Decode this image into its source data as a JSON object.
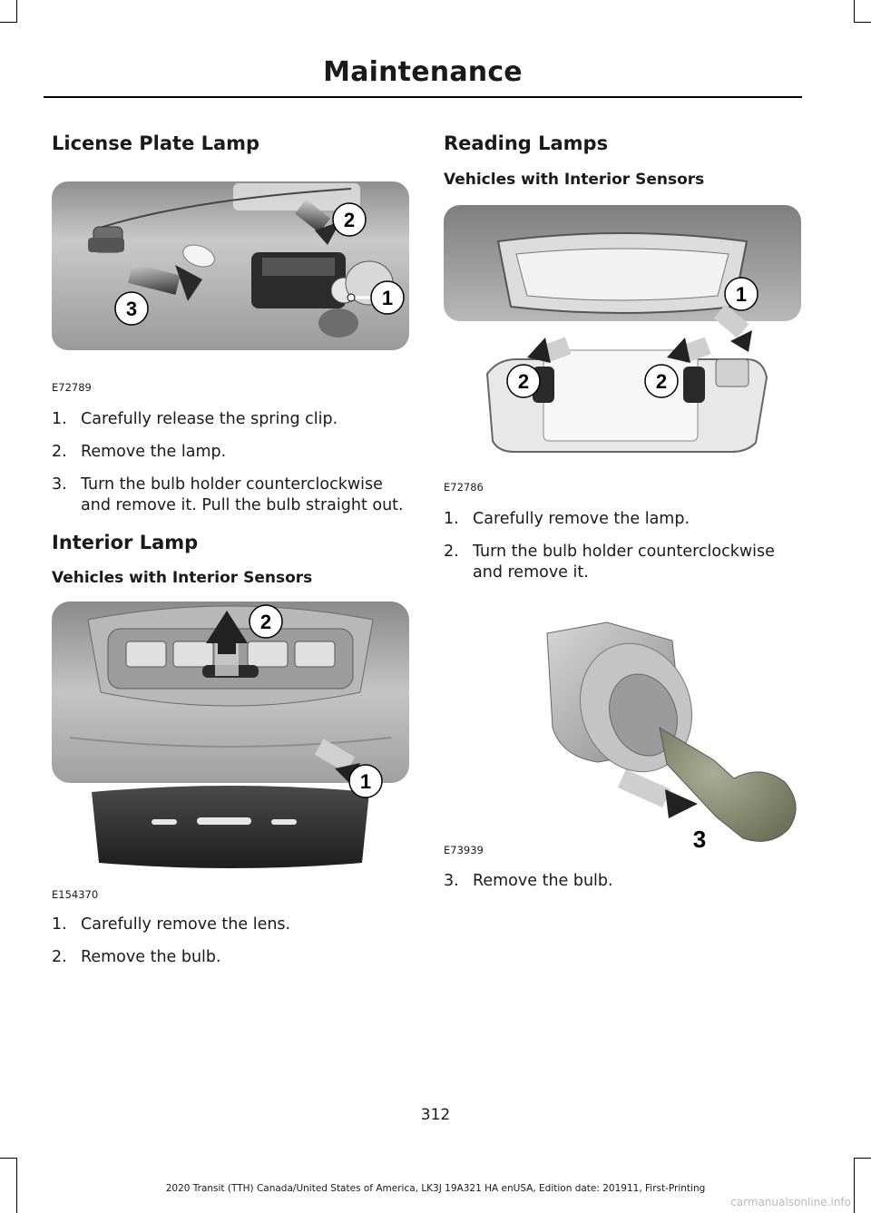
{
  "header": {
    "title": "Maintenance"
  },
  "left": {
    "license": {
      "heading": "License Plate Lamp",
      "figure_code": "E72789",
      "steps": [
        {
          "num": "1.",
          "text": "Carefully release the spring clip."
        },
        {
          "num": "2.",
          "text": "Remove the lamp."
        },
        {
          "num": "3.",
          "text": "Turn the bulb holder counterclockwise and remove it. Pull the bulb straight out."
        }
      ],
      "callouts": [
        "1",
        "2",
        "3"
      ]
    },
    "interior": {
      "heading": "Interior Lamp",
      "subheading": "Vehicles with Interior Sensors",
      "figure_code": "E154370",
      "steps": [
        {
          "num": "1.",
          "text": "Carefully remove the lens."
        },
        {
          "num": "2.",
          "text": "Remove the bulb."
        }
      ],
      "callouts": [
        "1",
        "2"
      ]
    }
  },
  "right": {
    "reading": {
      "heading": "Reading Lamps",
      "subheading": "Vehicles with Interior Sensors",
      "figure_code": "E72786",
      "steps": [
        {
          "num": "1.",
          "text": "Carefully remove the lamp."
        },
        {
          "num": "2.",
          "text": "Turn the bulb holder counterclockwise and remove it."
        }
      ],
      "callouts": [
        "1",
        "2",
        "2"
      ]
    },
    "bulb": {
      "figure_code": "E73939",
      "steps": [
        {
          "num": "3.",
          "text": "Remove the bulb."
        }
      ],
      "callouts": [
        "3"
      ]
    }
  },
  "page_number": "312",
  "footer": "2020 Transit (TTH) Canada/United States of America, LK3J 19A321 HA enUSA, Edition date: 201911, First-Printing",
  "watermark": "carmanualsonline.info"
}
